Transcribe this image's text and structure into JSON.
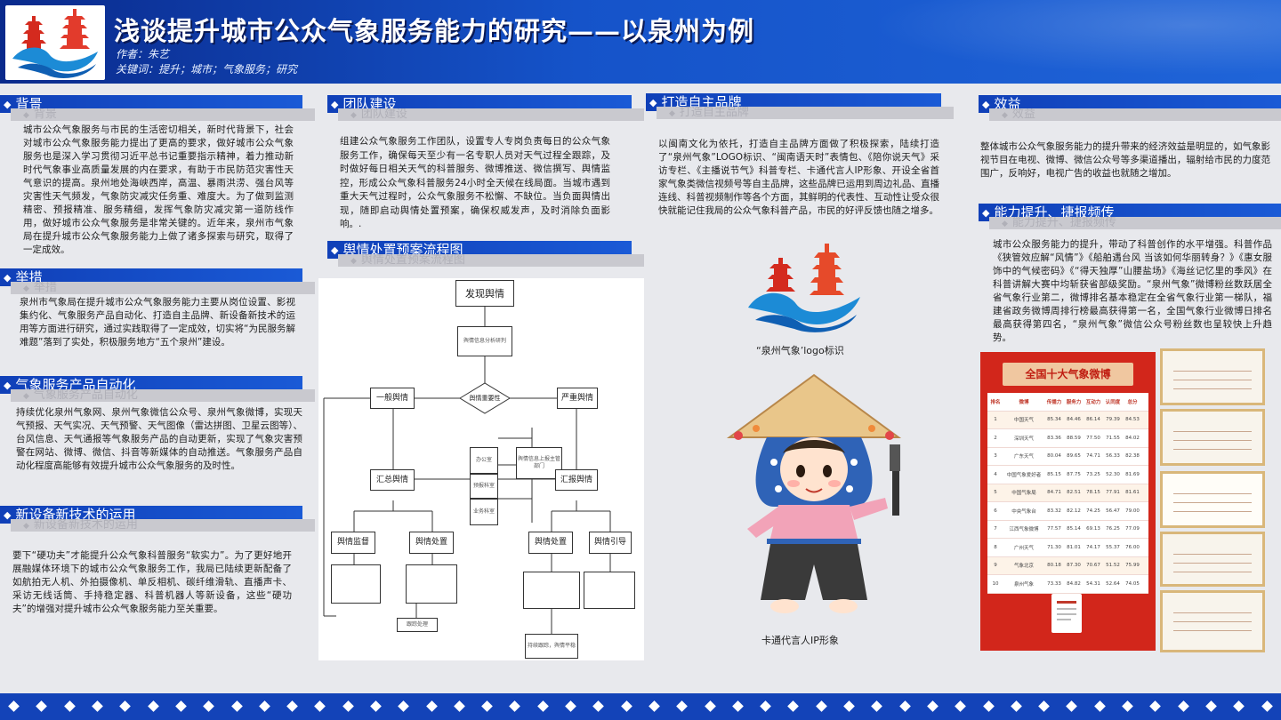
{
  "header": {
    "title": "浅谈提升城市公众气象服务能力的研究——以泉州为例",
    "author": "作者：朱艺",
    "keywords": "关键词：提升；城市；气象服务；研究"
  },
  "sections": {
    "background": {
      "title": "背景",
      "text": "城市公众气象服务与市民的生活密切相关，新时代背景下，社会对城市公众气象服务能力提出了更高的要求，做好城市公众气象服务也是深入学习贯彻习近平总书记重要指示精神，着力推动新时代气象事业高质量发展的内在要求，有助于市民防范灾害性天气意识的提高。泉州地处海峡西岸，高温、暴雨洪涝、强台风等灾害性天气频发，气象防灾减灾任务重、难度大。为了做到监测精密、预报精准、服务精细，发挥气象防灾减灾第一道防线作用，做好城市公众气象服务是非常关键的。近年来，泉州市气象局在提升城市公众气象服务能力上做了诸多探索与研究，取得了一定成效。"
    },
    "measures": {
      "title": "举措",
      "text": "泉州市气象局在提升城市公众气象服务能力主要从岗位设置、影视集约化、气象服务产品自动化、打造自主品牌、新设备新技术的运用等方面进行研究，通过实践取得了一定成效，切实将“为民服务解难题”落到了实处，积极服务地方“五个泉州”建设。"
    },
    "automation": {
      "title": "气象服务产品自动化",
      "text": "持续优化泉州气象网、泉州气象微信公众号、泉州气象微博，实现天气预报、天气实况、天气预警、天气图像（雷达拼图、卫星云图等）、台风信息、天气通报等气象服务产品的自动更新，实现了气象灾害预警在网站、微博、微信、抖音等新媒体的自动推送。气象服务产品自动化程度高能够有效提升城市公众气象服务的及时性。"
    },
    "newtech": {
      "title": "新设备新技术的运用",
      "text": "要下“硬功夫”才能提升公众气象科普服务“软实力”。为了更好地开展融媒体环境下的城市公众气象服务工作，我局已陆续更新配备了如航拍无人机、外拍摄像机、单反相机、碳纤维滑轨、直播声卡、采访无线话筒、手持稳定器、科普机器人等新设备，这些“硬功夫”的增强对提升城市公众气象服务能力至关重要。"
    },
    "team": {
      "title": "团队建设",
      "text": "组建公众气象服务工作团队，设置专人专岗负责每日的公众气象服务工作，确保每天至少有一名专职人员对天气过程全跟踪，及时做好每日相关天气的科普服务、微博推送、微信撰写、舆情监控，形成公众气象科普服务24小时全天候在线局面。当城市遇到重大天气过程时，公众气象服务不松懈、不缺位。当负面舆情出现，随即启动舆情处置预案，确保权威发声，及时消除负面影响。."
    },
    "flowchart": {
      "title": "舆情处置预案流程图"
    },
    "brand": {
      "title": "打造自主品牌",
      "text": "以闽南文化为依托，打造自主品牌方面做了积极探索，陆续打造了“泉州气象”LOGO标识、“闽南语天时”表情包、《陪你说天气》采访专栏、《主播说节气》科普专栏、卡通代言人IP形象、开设全省首家气象类微信视频号等自主品牌，这些品牌已运用到周边礼品、直播连线、科普视频制作等各个方面，其鲜明的代表性、互动性让受众很快就能记住我局的公众气象科普产品，市民的好评反馈也随之增多。",
      "logo_caption": "“泉州气象’logo标识",
      "mascot_caption": "卡通代言人IP形象"
    },
    "benefit": {
      "title": "效益",
      "text": "整体城市公众气象服务能力的提升带来的经济效益是明显的，如气象影视节目在电视、微博、微信公众号等多渠道播出，辐射给市民的力度范围广，反响好，电视广告的收益也就随之增加。"
    },
    "ability": {
      "title": "能力提升、捷报频传",
      "text": "城市公众服务能力的提升，带动了科普创作的水平增强。科普作品《狭管效应解“风情”》《船舶遇台风 当该如何华丽转身？》《惠女服饰中的气候密码》《“得天独厚”山腰盐场》《海丝记忆里的季风》在科普讲解大赛中均斩获省部级奖励。“泉州气象”微博粉丝数跃居全省气象行业第二，微博排名基本稳定在全省气象行业第一梯队，福建省政务微博周排行榜最高获得第一名，全国气象行业微博日排名最高获得第四名，“泉州气象”微信公众号粉丝数也呈较快上升趋势。"
    }
  },
  "ranking": {
    "heading": "全国十大气象微博",
    "columns": [
      "排名",
      "微博",
      "传播力",
      "服务力",
      "互动力",
      "认同度",
      "总分"
    ],
    "rows": [
      [
        "1",
        "中国天气",
        "85.34",
        "84.46",
        "86.14",
        "79.39",
        "84.53"
      ],
      [
        "2",
        "深圳天气",
        "83.36",
        "88.59",
        "77.50",
        "71.55",
        "84.02"
      ],
      [
        "3",
        "广东天气",
        "80.04",
        "89.65",
        "74.71",
        "56.33",
        "82.38"
      ],
      [
        "4",
        "中国气象爱好者",
        "85.15",
        "87.75",
        "73.25",
        "52.30",
        "81.69"
      ],
      [
        "5",
        "中国气象局",
        "84.71",
        "82.51",
        "78.15",
        "77.91",
        "81.61"
      ],
      [
        "6",
        "中央气象台",
        "83.32",
        "82.12",
        "74.25",
        "56.47",
        "79.00"
      ],
      [
        "7",
        "江西气象微博",
        "77.57",
        "85.14",
        "69.13",
        "76.25",
        "77.09"
      ],
      [
        "8",
        "广州天气",
        "71.30",
        "81.01",
        "74.17",
        "55.37",
        "76.00"
      ],
      [
        "9",
        "气象北京",
        "80.18",
        "87.30",
        "70.67",
        "51.52",
        "75.99"
      ],
      [
        "10",
        "泉州气象",
        "73.33",
        "84.82",
        "54.31",
        "52.64",
        "74.05"
      ]
    ]
  },
  "flow": {
    "n1": "发现舆情",
    "n2": "舆情信息分析研判",
    "n3": "一般舆情",
    "n4": "舆情重要性",
    "n5": "严重舆情",
    "n6": "汇总舆情",
    "n7": "汇报舆情",
    "n8": "舆情监督",
    "n9": "舆情处置",
    "n10": "舆情处置",
    "n11": "舆情引导",
    "n12": "办公室",
    "n13": "预报科室",
    "n14": "业务科室",
    "n15": "舆情信息上报主管部门",
    "n16": "跟踪处理",
    "n17": "持续跟踪，舆情平稳"
  },
  "colors": {
    "header": "#1553c9",
    "section_bar": "#1040b8",
    "footer": "#1343b8",
    "ranking_bg": "#d2261b"
  }
}
